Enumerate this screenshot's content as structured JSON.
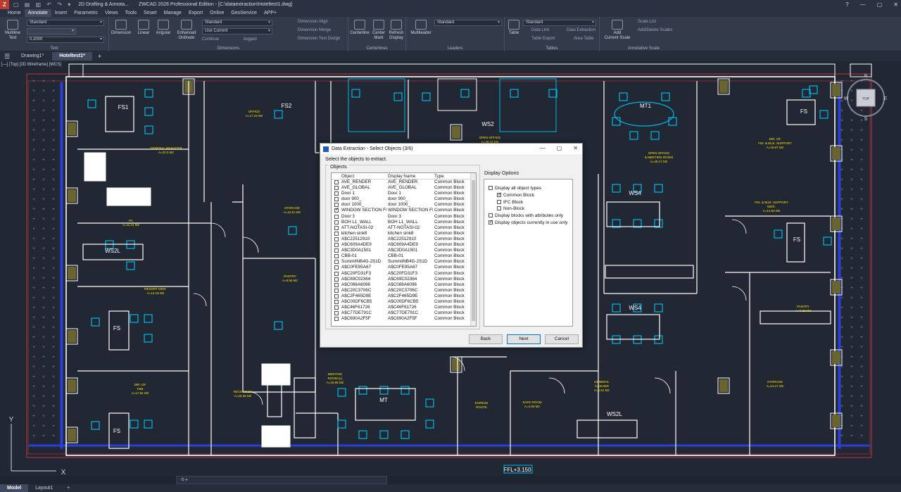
{
  "titlebar": {
    "app_logo": "Z",
    "workspace": "2D Drafting & Annota...",
    "title": "ZWCAD 2026 Professional Edition - [C:\\dataextraction\\Hoteltest1.dwg]"
  },
  "menu_tabs": [
    "Home",
    "Annotate",
    "Insert",
    "Parametric",
    "Views",
    "Tools",
    "Smart",
    "Manage",
    "Export",
    "Online",
    "GeoService",
    "APP+"
  ],
  "active_menu_tab": "Annotate",
  "ribbon": {
    "text_group": {
      "name": "Text",
      "multiline_label": "Multiline\nText",
      "style_value": "Standard",
      "height_value": "0.2000"
    },
    "dimensions_group": {
      "name": "Dimensions",
      "buttons": [
        "Dimension",
        "Linear",
        "Angular",
        "Enhanced\nOrdinate"
      ],
      "style_value": "Standard",
      "layer_value": "Use Current",
      "continue_label": "Continue",
      "jogged_label": "Jogged",
      "align_label": "Dimension Align",
      "merge_label": "Dimension Merge",
      "dodge_label": "Dimension Text Dodge"
    },
    "centerlines_group": {
      "name": "Centerlines",
      "buttons": [
        "Centerline",
        "Center\nMark",
        "Refresh\nDisplay"
      ]
    },
    "leaders_group": {
      "name": "Leaders",
      "button": "Multileader",
      "style_value": "Standard"
    },
    "tables_group": {
      "name": "Tables",
      "button": "Table",
      "style_value": "Standard",
      "data_link": "Data Link",
      "data_extraction": "Data Extraction",
      "table_export": "Table Export",
      "area_table": "Area Table"
    },
    "annoscale_group": {
      "name": "Annotative Scale",
      "button": "Add\nCurrent Scale",
      "scale_list": "Scale List",
      "add_delete": "Add/Delete Scales"
    }
  },
  "doc_tabs": [
    "Drawing1*",
    "Hoteltest1*"
  ],
  "active_doc_tab": "Hoteltest1*",
  "viewport_label": "[—] [Top] [2D Wireframe] [WCS]",
  "drawing_labels": [
    {
      "text": "FS1"
    },
    {
      "text": "FS2"
    },
    {
      "text": "WS2"
    },
    {
      "text": "MT1"
    },
    {
      "text": "FS"
    },
    {
      "text": "WS2L"
    },
    {
      "text": "FS"
    },
    {
      "text": "FS"
    },
    {
      "text": "MT"
    },
    {
      "text": "WS4"
    },
    {
      "text": "WS4"
    },
    {
      "text": "FS"
    },
    {
      "text": "WS2L"
    },
    {
      "text": "FFL+3.150"
    }
  ],
  "room_labels": [
    "GENERAL MANAGER\nA=22.3 M2",
    "OFFICE\nA=17.23 M2",
    "OPEN OFFICE\nA=48.43 M2",
    "OPEN OFFICE\n& MEETING ROOM\nA=49.17 M2",
    "DIR. OF\nFIN. & BUS. SUPPORT\nA=18.87 M2",
    "STORAGE\nA=11.51 M2",
    "PA\nA=11.21 M2",
    "FIN. & BUS. SUPPORT\nMGR.\nA=14.64 M2",
    "PANTRY\nA=9.95 M2",
    "RESORT MGR.\nA=14.18 M2",
    "PANTRY\nA=7.23 M2",
    "DIR. OF\nF&B\nA=17.84 M2",
    "RECEPTION\nA=15.36 M2",
    "MEETING\nROOM (L)\nA=19.98 M2",
    "EGRESS\nROUTE",
    "SAFE ROOM\nA=4.93 M2",
    "GENERAL\nCASHIER\nA=6.81 M2",
    "STORAGE\nA=21.27 M2"
  ],
  "viewcube": {
    "top": "TOP",
    "north": "N",
    "south": "S",
    "east": "E",
    "west": "W"
  },
  "ucs": {
    "x": "X",
    "y": "Y"
  },
  "dialog": {
    "title": "Data Extraction - Select Objects (3/6)",
    "prompt": "Select the objects to extract.",
    "objects_legend": "Objects",
    "columns": [
      "Object",
      "Display Name",
      "Type"
    ],
    "rows": [
      {
        "object": "AVE_RENDER",
        "display": "AVE_RENDER",
        "type": "Common Block",
        "checked": false
      },
      {
        "object": "AVE_GLOBAL",
        "display": "AVE_GLOBAL",
        "type": "Common Block",
        "checked": false
      },
      {
        "object": "Door 1",
        "display": "Door 1",
        "type": "Common Block",
        "checked": false
      },
      {
        "object": "door 900_",
        "display": "door 900_",
        "type": "Common Block",
        "checked": false
      },
      {
        "object": "door 1000_",
        "display": "door 1000_",
        "type": "Common Block",
        "checked": false
      },
      {
        "object": "WINDOW SECTION FI",
        "display": "WINDOW SECTION FI",
        "type": "Common Block",
        "checked": true
      },
      {
        "object": "Door 3",
        "display": "Door 3",
        "type": "Common Block",
        "checked": false
      },
      {
        "object": "BOH L1_WALL",
        "display": "BOH L1_WALL",
        "type": "Common Block",
        "checked": false
      },
      {
        "object": "ATT-NOTASI-02",
        "display": "ATT-NOTASI-02",
        "type": "Common Block",
        "checked": false
      },
      {
        "object": "kitchen sink8",
        "display": "kitchen sink8",
        "type": "Common Block",
        "checked": false
      },
      {
        "object": "A$C22512910",
        "display": "A$C22512910",
        "type": "Common Block",
        "checked": false
      },
      {
        "object": "A$C609A4DE9",
        "display": "A$C609A4DE9",
        "type": "Common Block",
        "checked": false
      },
      {
        "object": "A$C3D0A1501",
        "display": "A$C3D0A1501",
        "type": "Common Block",
        "checked": false
      },
      {
        "object": "CBB-01",
        "display": "CBB-01",
        "type": "Common Block",
        "checked": false
      },
      {
        "object": "SummitNB4G-2S1D",
        "display": "SummitNB4G-2S1D",
        "type": "Common Block",
        "checked": false
      },
      {
        "object": "A$C0FE95A67",
        "display": "A$C0FE95A67",
        "type": "Common Block",
        "checked": false
      },
      {
        "object": "A$C20FD31F3",
        "display": "A$C20FD31F3",
        "type": "Common Block",
        "checked": false
      },
      {
        "object": "A$C69C02364",
        "display": "A$C69C02364",
        "type": "Common Block",
        "checked": false
      },
      {
        "object": "A$C088A6096",
        "display": "A$C088A6096",
        "type": "Common Block",
        "checked": false
      },
      {
        "object": "A$C20C3706C",
        "display": "A$C20C3706C",
        "type": "Common Block",
        "checked": false
      },
      {
        "object": "A$C2F465D9E",
        "display": "A$C2F465D9E",
        "type": "Common Block",
        "checked": false
      },
      {
        "object": "A$C00DF6CB5",
        "display": "A$C00DF6CB5",
        "type": "Common Block",
        "checked": false
      },
      {
        "object": "A$C46F61726",
        "display": "A$C46F61726",
        "type": "Common Block",
        "checked": false
      },
      {
        "object": "A$C77DE791C",
        "display": "A$C77DE791C",
        "type": "Common Block",
        "checked": false
      },
      {
        "object": "A$C690A2F5F",
        "display": "A$C690A2F5F",
        "type": "Common Block",
        "checked": false
      }
    ],
    "display_options_legend": "Display Options",
    "options": {
      "all_types": {
        "label": "Display all object types",
        "checked": false
      },
      "common_block": {
        "label": "Common Block",
        "checked": true
      },
      "ifc_block": {
        "label": "IFC Block",
        "checked": false
      },
      "non_block": {
        "label": "Non-Block",
        "checked": false
      },
      "with_attributes": {
        "label": "Display blocks with attributes only",
        "checked": false
      },
      "in_use": {
        "label": "Display objects currently in use only",
        "checked": true
      }
    },
    "buttons": {
      "back": "Back",
      "next": "Next",
      "cancel": "Cancel"
    }
  },
  "layout_tabs": [
    "Model",
    "Layout1"
  ],
  "active_layout_tab": "Model",
  "colors": {
    "background": "#212833",
    "wall": "#ffffff",
    "furniture": "#00b7e8",
    "hatch": "#c8c04a",
    "red_boundary": "#c0343c",
    "blue_boundary": "#2b3fd8",
    "text_yellow": "#ffe000"
  }
}
